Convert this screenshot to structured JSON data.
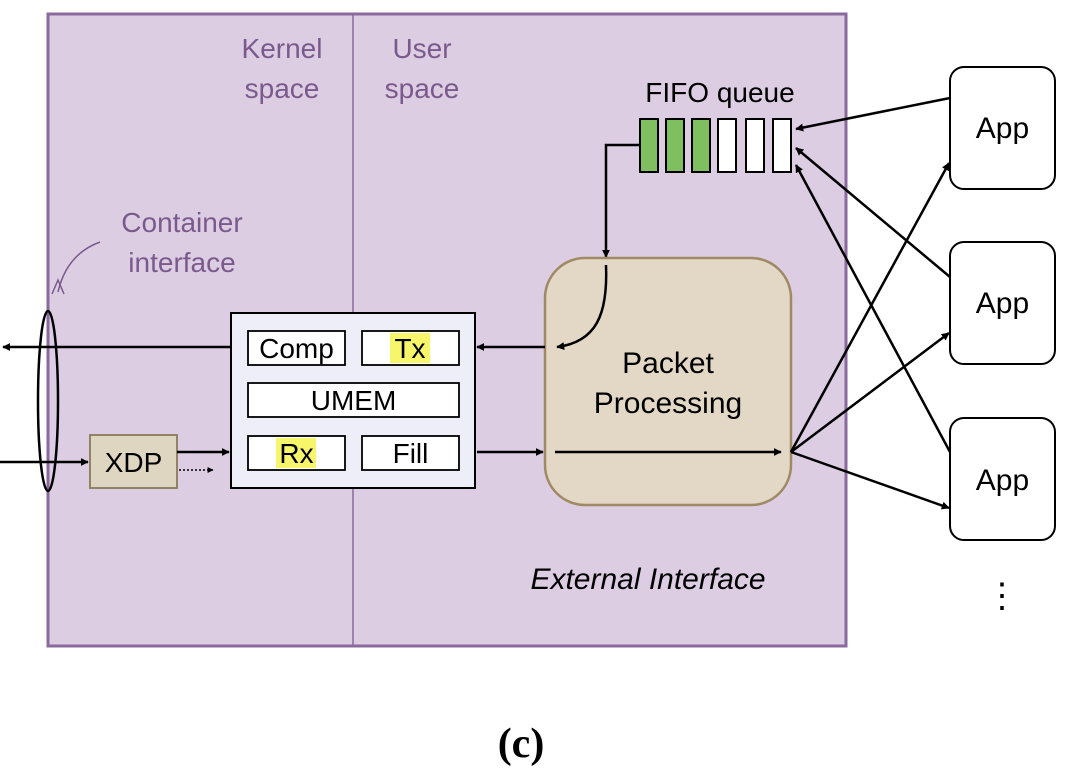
{
  "labels": {
    "kernel_space_line1": "Kernel",
    "kernel_space_line2": "space",
    "user_space_line1": "User",
    "user_space_line2": "space",
    "fifo_queue": "FIFO queue",
    "container_interface_line1": "Container",
    "container_interface_line2": "interface",
    "comp": "Comp",
    "tx": "Tx",
    "umem": "UMEM",
    "rx": "Rx",
    "fill": "Fill",
    "xdp": "XDP",
    "packet_processing_line1": "Packet",
    "packet_processing_line2": "Processing",
    "external_interface": "External Interface",
    "app_1": "App",
    "app_2": "App",
    "app_3": "App",
    "more_apps": "⋮",
    "caption": "(c)"
  },
  "colors": {
    "region_fill": "#dccde3",
    "region_border": "#8a6a9c",
    "muted_text": "#7a5a8c",
    "queue_filled": "#7fbf5f",
    "highlight": "#f7f56a",
    "xdp_fill": "#dfd6c2",
    "pp_fill": "#e2d8c5",
    "pp_border": "#a08a65",
    "umem_bg": "#eeeef8"
  }
}
